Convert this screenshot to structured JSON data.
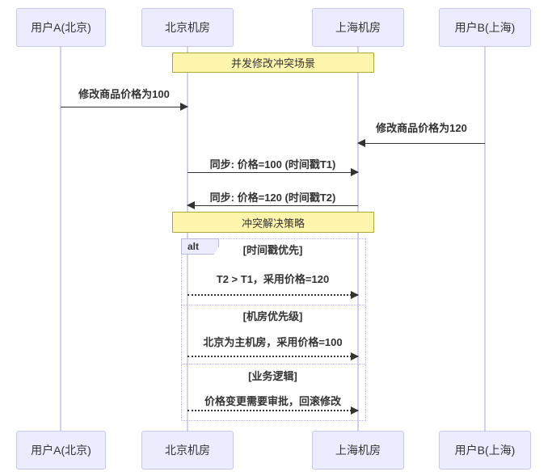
{
  "diagram": {
    "type": "sequence-diagram",
    "actors": [
      {
        "id": "userA",
        "label": "用户A(北京)"
      },
      {
        "id": "beijing",
        "label": "北京机房"
      },
      {
        "id": "shanghai",
        "label": "上海机房"
      },
      {
        "id": "userB",
        "label": "用户B(上海)"
      }
    ],
    "notes": [
      {
        "text": "并发修改冲突场景",
        "over": [
          "北京机房",
          "上海机房"
        ]
      },
      {
        "text": "冲突解决策略",
        "over": [
          "北京机房",
          "上海机房"
        ]
      }
    ],
    "messages": [
      {
        "from": "用户A(北京)",
        "to": "北京机房",
        "text": "修改商品价格为100",
        "line": "solid",
        "direction": "right"
      },
      {
        "from": "用户B(上海)",
        "to": "上海机房",
        "text": "修改商品价格为120",
        "line": "solid",
        "direction": "left"
      },
      {
        "from": "北京机房",
        "to": "上海机房",
        "text": "同步: 价格=100 (时间戳T1)",
        "line": "solid",
        "direction": "right"
      },
      {
        "from": "上海机房",
        "to": "北京机房",
        "text": "同步: 价格=120 (时间戳T2)",
        "line": "solid",
        "direction": "left"
      }
    ],
    "alt_block": {
      "keyword": "alt",
      "sections": [
        {
          "condition": "[时间戳优先]",
          "from": "北京机房",
          "to": "上海机房",
          "message": "T2 > T1，采用价格=120",
          "line": "dashed",
          "direction": "right"
        },
        {
          "condition": "[机房优先级]",
          "from": "北京机房",
          "to": "上海机房",
          "message": "北京为主机房，采用价格=100",
          "line": "dashed",
          "direction": "right"
        },
        {
          "condition": "[业务逻辑]",
          "from": "北京机房",
          "to": "上海机房",
          "message": "价格变更需要审批，回滚修改",
          "line": "dashed",
          "direction": "right"
        }
      ]
    },
    "colors": {
      "actor_fill": "#ECECFF",
      "actor_border": "#C8C8E8",
      "note_fill": "#FFF5AD",
      "note_border": "#AAAA33",
      "frame_border": "#B9B9E2",
      "lifeline": "#D5CFEC",
      "arrow": "#333333",
      "text": "#333333"
    }
  }
}
